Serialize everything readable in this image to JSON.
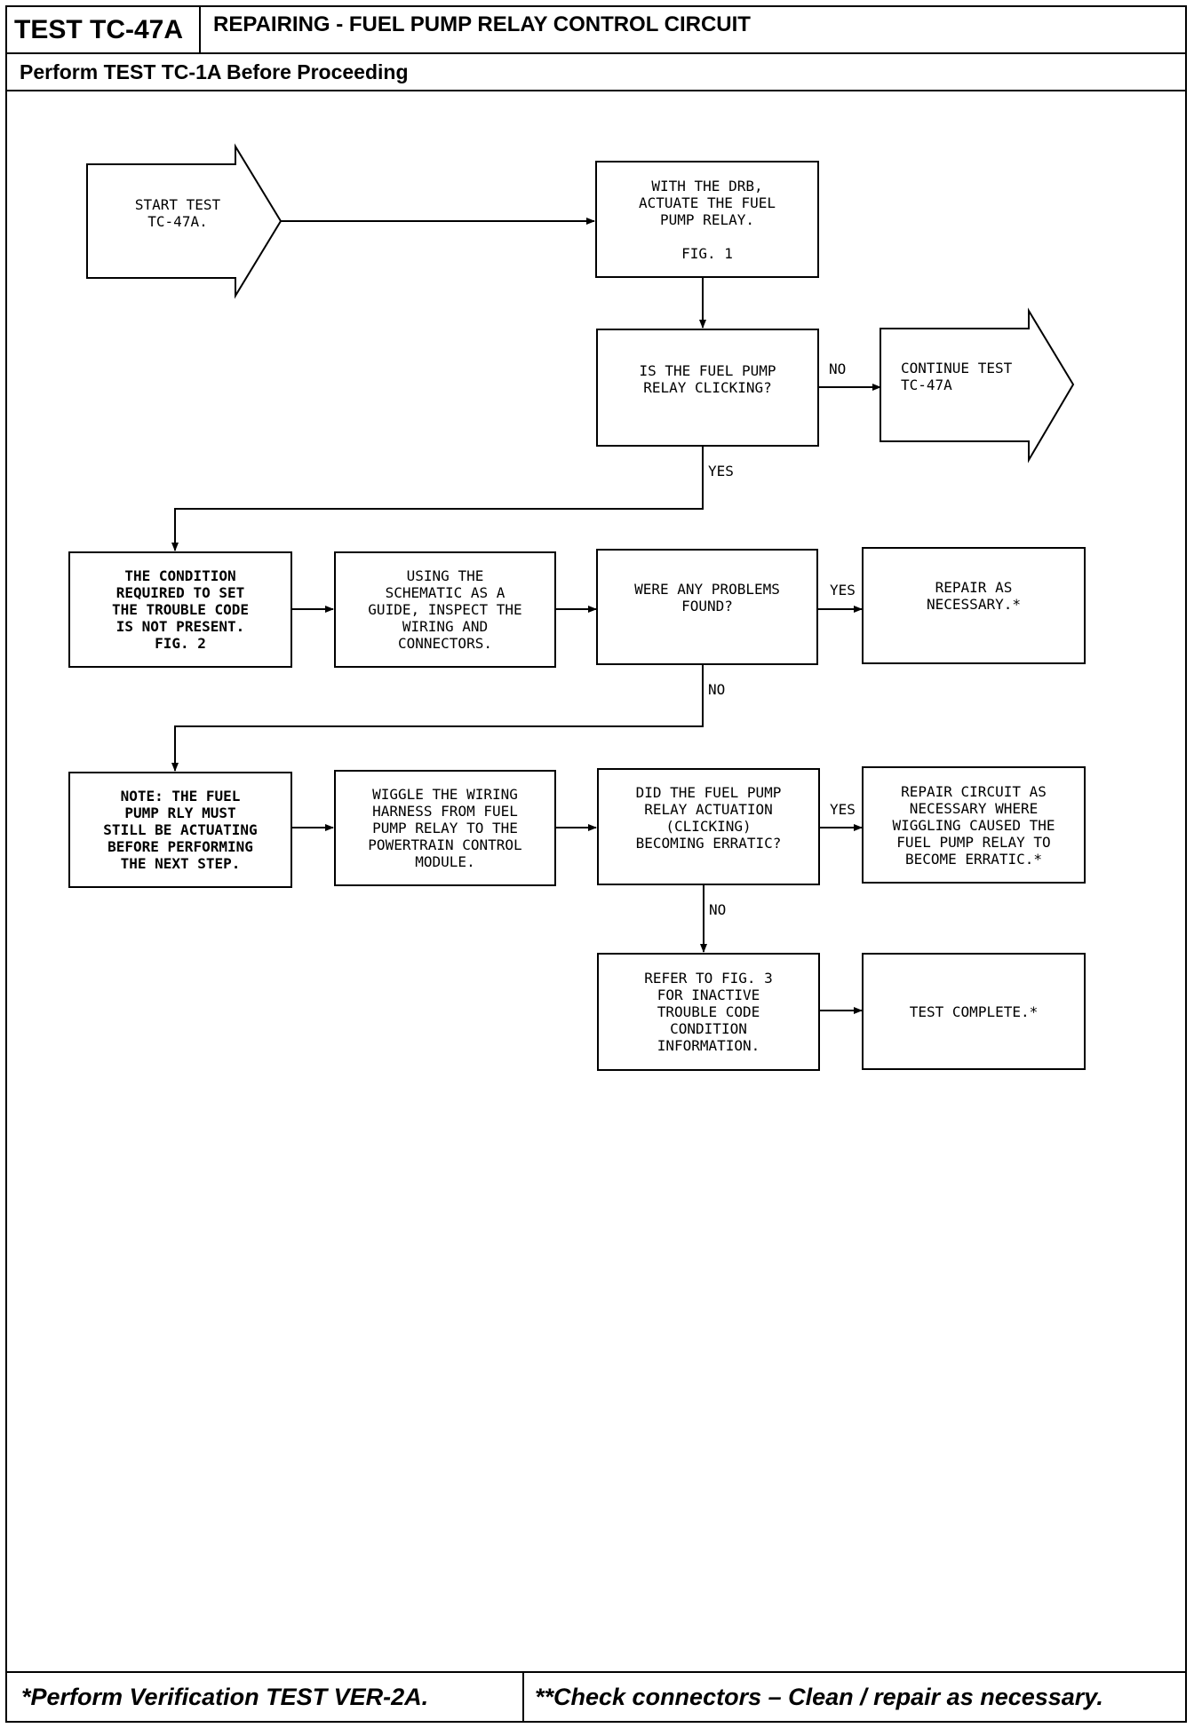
{
  "header": {
    "test_id": "TEST TC-47A",
    "title": "REPAIRING - FUEL PUMP RELAY CONTROL CIRCUIT",
    "prerequisite": "Perform TEST TC-1A Before Proceeding"
  },
  "footer": {
    "note_left": "*Perform Verification TEST VER-2A.",
    "note_right": "**Check connectors – Clean / repair as necessary."
  },
  "flow": {
    "start": "START TEST\nTC-47A.",
    "actuate": "WITH THE DRB,\nACTUATE THE FUEL\nPUMP RELAY.\n\nFIG. 1",
    "q_clicking": "IS THE FUEL PUMP\nRELAY CLICKING?",
    "continue": "CONTINUE TEST\nTC-47A",
    "condition": "THE CONDITION\nREQUIRED TO SET\nTHE TROUBLE CODE\nIS NOT PRESENT.\nFIG. 2",
    "inspect": "USING THE\nSCHEMATIC AS A\nGUIDE, INSPECT THE\nWIRING AND\nCONNECTORS.",
    "q_problems": "WERE ANY PROBLEMS\nFOUND?",
    "repair": "REPAIR AS\nNECESSARY.*",
    "note": "NOTE: THE FUEL\nPUMP RLY MUST\nSTILL BE ACTUATING\nBEFORE PERFORMING\nTHE NEXT STEP.",
    "wiggle": "WIGGLE THE WIRING\nHARNESS FROM FUEL\nPUMP RELAY TO THE\nPOWERTRAIN CONTROL\nMODULE.",
    "q_erratic": "DID THE FUEL PUMP\nRELAY ACTUATION\n(CLICKING)\nBECOMING ERRATIC?",
    "repair_circuit": "REPAIR CIRCUIT AS\nNECESSARY WHERE\nWIGGLING CAUSED THE\nFUEL PUMP RELAY TO\nBECOME ERRATIC.*",
    "refer": "REFER TO FIG. 3\nFOR INACTIVE\nTROUBLE CODE\nCONDITION\nINFORMATION.",
    "complete": "TEST COMPLETE.*"
  },
  "labels": {
    "no": "NO",
    "yes": "YES"
  }
}
